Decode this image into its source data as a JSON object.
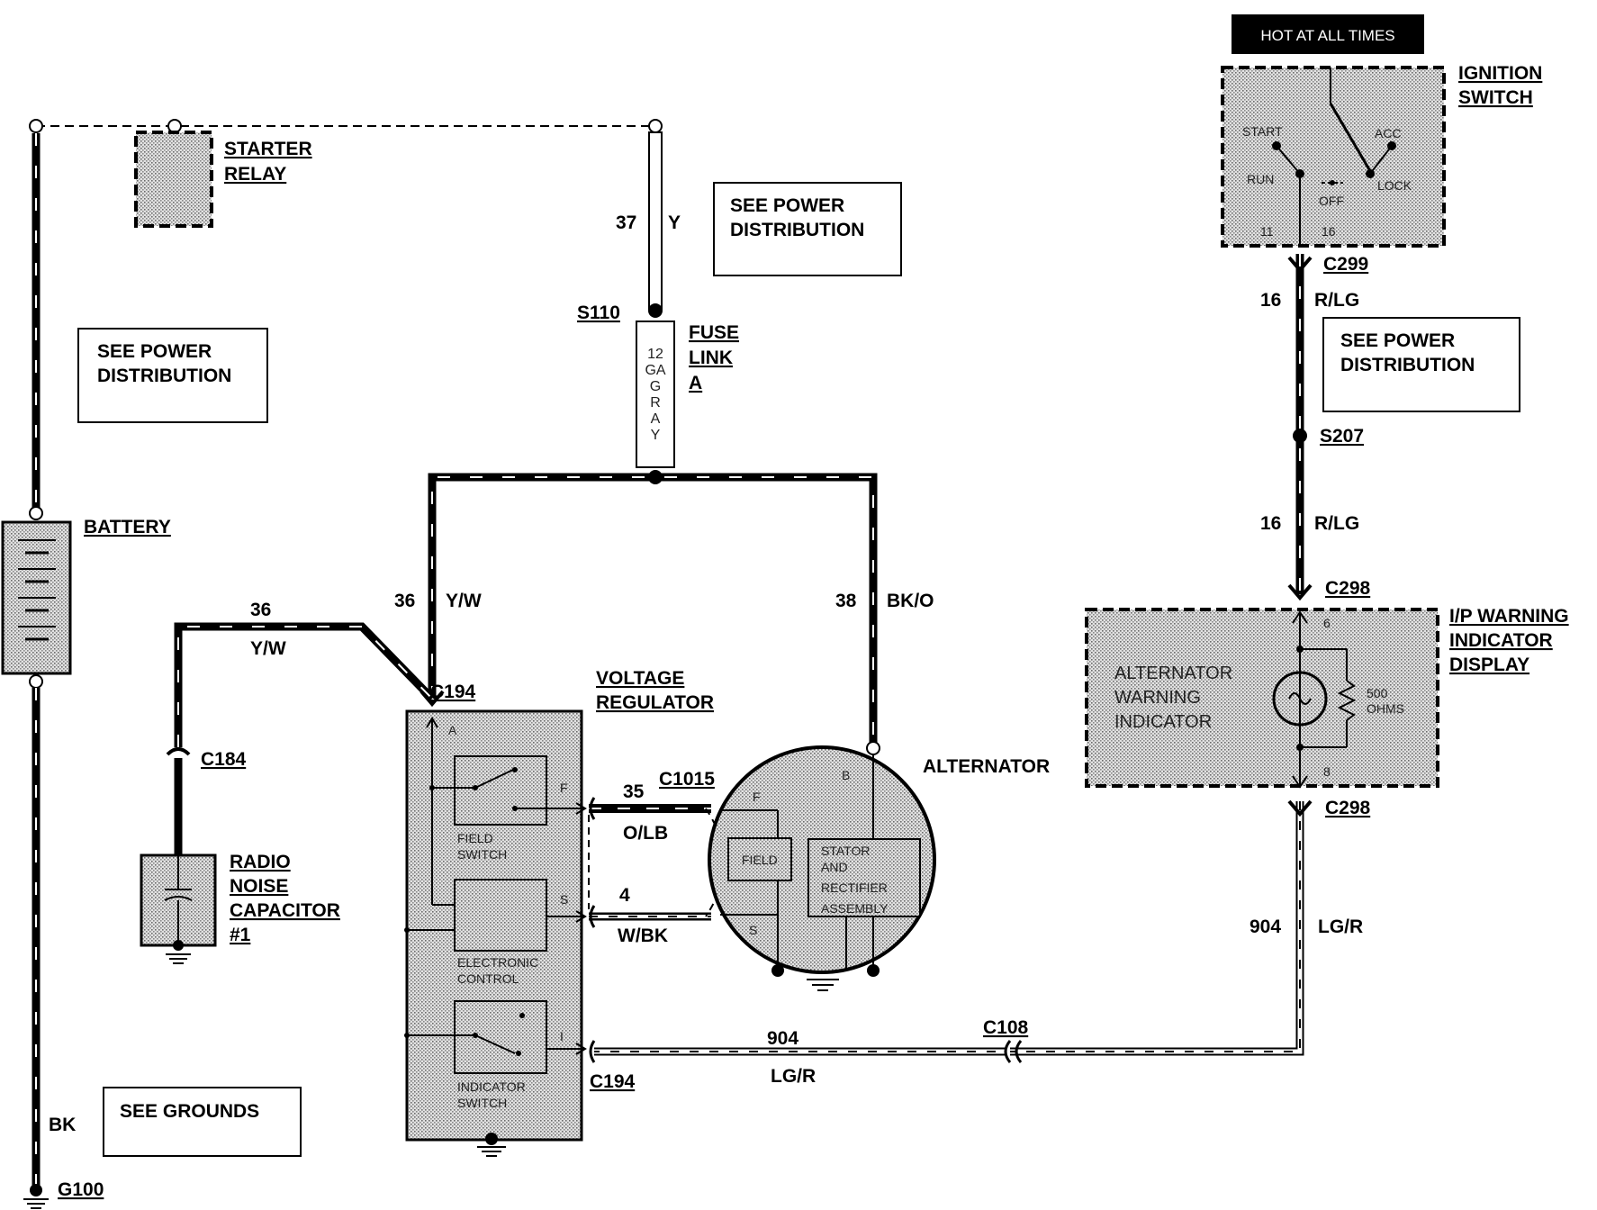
{
  "hot_banner": "HOT AT ALL TIMES",
  "components": {
    "ignition_switch": {
      "label_1": "IGNITION",
      "label_2": "SWITCH",
      "positions": {
        "start": "START",
        "acc": "ACC",
        "run": "RUN",
        "off": "OFF",
        "lock": "LOCK"
      },
      "pins": {
        "left": "11",
        "right": "16"
      }
    },
    "starter_relay": {
      "label_1": "STARTER",
      "label_2": "RELAY"
    },
    "battery": {
      "label": "BATTERY"
    },
    "fuse_link": {
      "label_1": "FUSE",
      "label_2": "LINK",
      "label_3": "A",
      "body": [
        "12",
        "GA",
        "G",
        "R",
        "A",
        "Y"
      ]
    },
    "voltage_regulator": {
      "label_1": "VOLTAGE",
      "label_2": "REGULATOR",
      "field_switch_1": "FIELD",
      "field_switch_2": "SWITCH",
      "electronic_control_1": "ELECTRONIC",
      "electronic_control_2": "CONTROL",
      "indicator_switch_1": "INDICATOR",
      "indicator_switch_2": "SWITCH",
      "pins": {
        "a": "A",
        "f": "F",
        "s": "S",
        "i": "I"
      }
    },
    "alternator": {
      "label": "ALTERNATOR",
      "field": "FIELD",
      "stator_1": "STATOR",
      "stator_2": "AND",
      "stator_3": "RECTIFIER",
      "stator_4": "ASSEMBLY",
      "pins": {
        "b": "B",
        "f": "F",
        "s": "S"
      }
    },
    "radio_capacitor": {
      "label_1": "RADIO",
      "label_2": "NOISE",
      "label_3": "CAPACITOR",
      "label_4": "#1"
    },
    "warning_display": {
      "label_1": "I/P WARNING",
      "label_2": "INDICATOR",
      "label_3": "DISPLAY",
      "inner_1": "ALTERNATOR",
      "inner_2": "WARNING",
      "inner_3": "INDICATOR",
      "resistor_1": "500",
      "resistor_2": "OHMS",
      "pin_top": "6",
      "pin_bottom": "8"
    }
  },
  "notes": {
    "see_power_1": {
      "line_1": "SEE POWER",
      "line_2": "DISTRIBUTION"
    },
    "see_power_2": {
      "line_1": "SEE POWER",
      "line_2": "DISTRIBUTION"
    },
    "see_power_3": {
      "line_1": "SEE POWER",
      "line_2": "DISTRIBUTION"
    },
    "see_grounds": "SEE GROUNDS"
  },
  "connectors": {
    "c299": "C299",
    "s207": "S207",
    "c298_top": "C298",
    "c298_bottom": "C298",
    "s110": "S110",
    "c194_top": "C194",
    "c194_bottom": "C194",
    "c184": "C184",
    "c1015": "C1015",
    "c108": "C108",
    "g100": "G100"
  },
  "wires": {
    "w37": {
      "circuit": "37",
      "color": "Y"
    },
    "w16a": {
      "circuit": "16",
      "color": "R/LG"
    },
    "w16b": {
      "circuit": "16",
      "color": "R/LG"
    },
    "w36a": {
      "circuit": "36",
      "color": "Y/W"
    },
    "w36b": {
      "circuit": "36",
      "color": "Y/W"
    },
    "w38": {
      "circuit": "38",
      "color": "BK/O"
    },
    "w35": {
      "circuit": "35",
      "color": "O/LB"
    },
    "w4": {
      "circuit": "4",
      "color": "W/BK"
    },
    "w904a": {
      "circuit": "904",
      "color": "LG/R"
    },
    "w904b": {
      "circuit": "904",
      "color": "LG/R"
    },
    "bk": {
      "color": "BK"
    }
  }
}
